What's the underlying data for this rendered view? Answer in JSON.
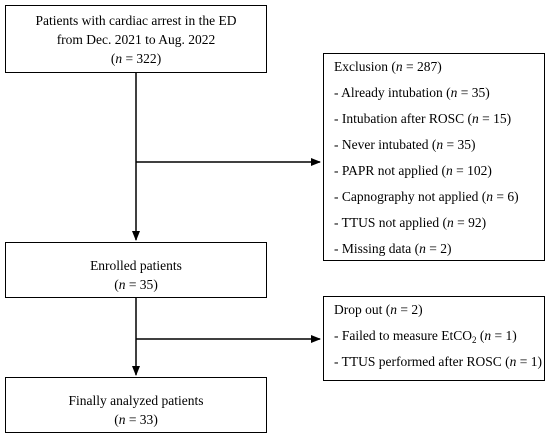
{
  "flow": {
    "top_box": {
      "line1": "Patients with cardiac arrest in the ED",
      "line2": "from Dec. 2021 to Aug. 2022",
      "n_label": "n",
      "n_value": " = 322"
    },
    "exclusion_box": {
      "title_prefix": "Exclusion (",
      "title_n": "n",
      "title_suffix": " = 287)",
      "items": [
        {
          "label": "- Already intubation (",
          "n": "n",
          "value": " = 35)"
        },
        {
          "label": "- Intubation after ROSC (",
          "n": "n",
          "value": " = 15)"
        },
        {
          "label": "- Never intubated (",
          "n": "n",
          "value": " = 35)"
        },
        {
          "label": "- PAPR not applied (",
          "n": "n",
          "value": " = 102)"
        },
        {
          "label": "- Capnography not applied (",
          "n": "n",
          "value": " = 6)"
        },
        {
          "label": "- TTUS not applied (",
          "n": "n",
          "value": " = 92)"
        },
        {
          "label": "- Missing data (",
          "n": "n",
          "value": " = 2)"
        }
      ]
    },
    "enrolled_box": {
      "line1": "Enrolled patients",
      "n_label": "n",
      "n_value": " = 35"
    },
    "dropout_box": {
      "title_prefix": "Drop out (",
      "title_n": "n",
      "title_suffix": " = 2)",
      "item1_prefix": "- Failed to measure EtCO",
      "item1_sub": "2",
      "item1_open": " (",
      "item1_n": "n",
      "item1_suffix": " = 1)",
      "item2_prefix": "- TTUS performed after ROSC (",
      "item2_n": "n",
      "item2_suffix": " = 1)"
    },
    "final_box": {
      "line1": "Finally analyzed patients",
      "n_label": "n",
      "n_value": " = 33"
    }
  }
}
